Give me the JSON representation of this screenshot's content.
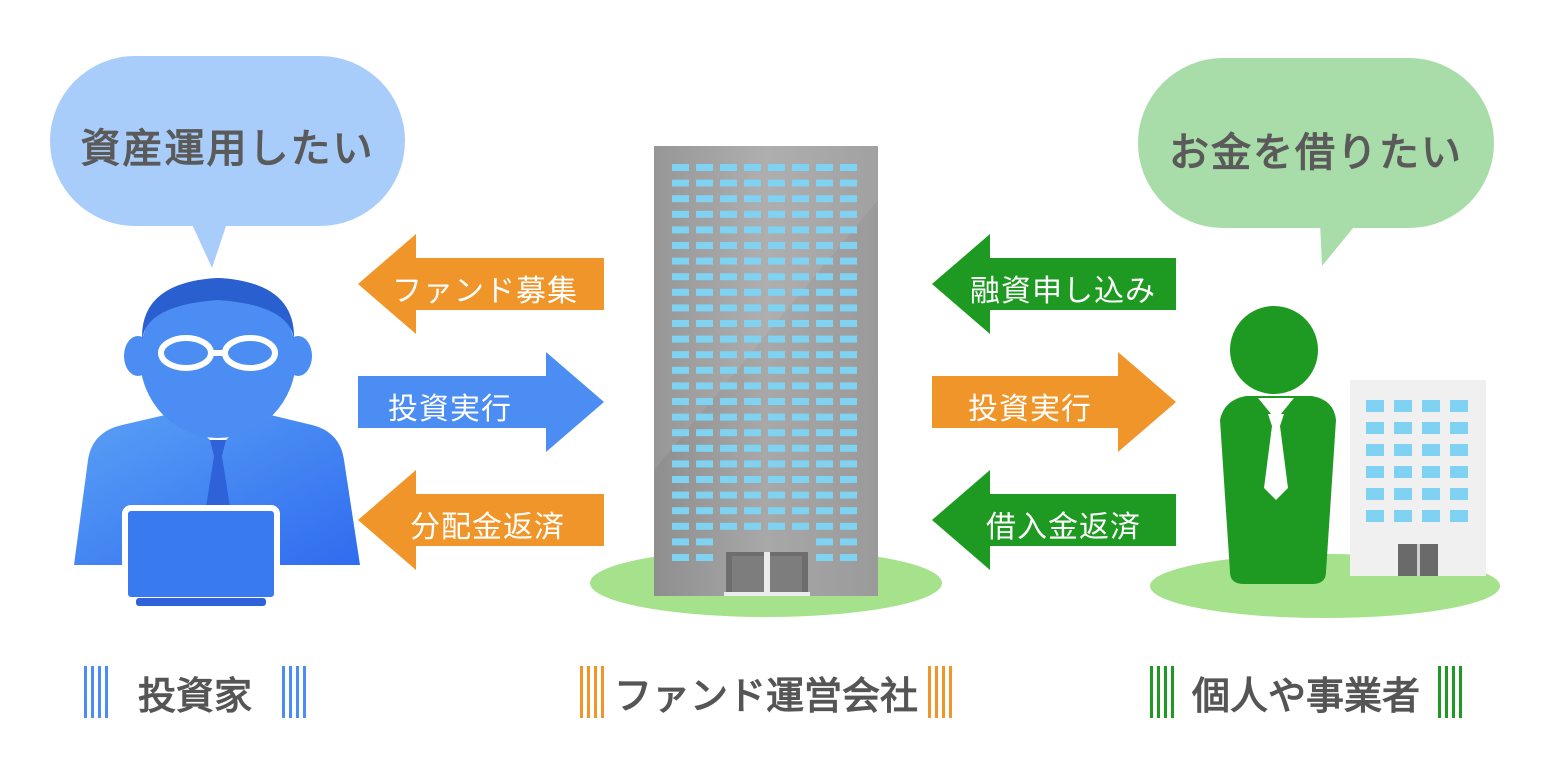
{
  "colors": {
    "blue": "#4b8df2",
    "blue_light": "#a9cdfa",
    "orange": "#f0952a",
    "green": "#1e9a22",
    "green_light": "#a8dca8",
    "ground": "#a6e28c",
    "building": "#a3a3a3"
  },
  "investor": {
    "bubble_text": "資産運用したい",
    "caption": "投資家",
    "icon": "investor-with-laptop-icon"
  },
  "fund_company": {
    "caption": "ファンド運営会社",
    "icon": "office-tower-icon"
  },
  "borrower": {
    "bubble_text": "お金を借りたい",
    "caption": "個人や事業者",
    "icon": "businessperson-icon"
  },
  "left_arrows": [
    {
      "label": "ファンド募集",
      "direction": "left",
      "color": "orange"
    },
    {
      "label": "投資実行",
      "direction": "right",
      "color": "blue"
    },
    {
      "label": "分配金返済",
      "direction": "left",
      "color": "orange"
    }
  ],
  "right_arrows": [
    {
      "label": "融資申し込み",
      "direction": "left",
      "color": "green"
    },
    {
      "label": "投資実行",
      "direction": "right",
      "color": "orange"
    },
    {
      "label": "借入金返済",
      "direction": "left",
      "color": "green"
    }
  ]
}
